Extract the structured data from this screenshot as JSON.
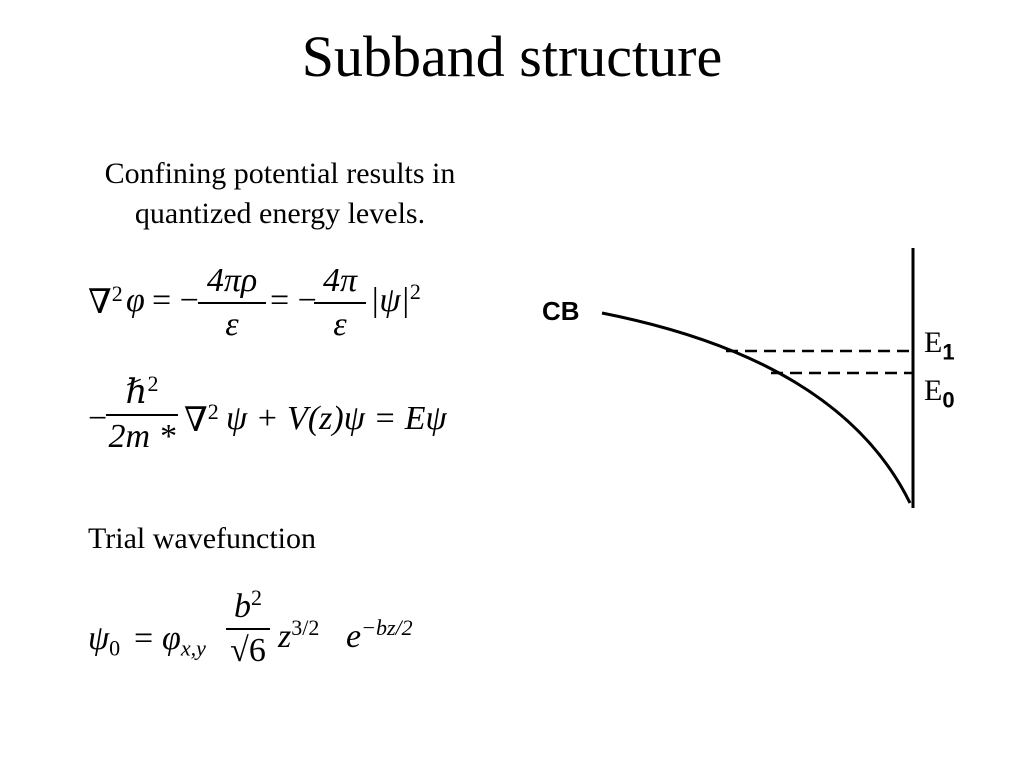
{
  "slide": {
    "title": "Subband structure",
    "intro_line1": "Confining potential results in",
    "intro_line2": "quantized energy levels.",
    "trial_label": "Trial wavefunction"
  },
  "eq1": {
    "lhs_nabla": "∇",
    "lhs_exp": "2",
    "lhs_phi": "φ",
    "eq_a": "= −",
    "frac1_num": "4πρ",
    "frac1_den": "ε",
    "eq_b": "= −",
    "frac2_num": "4π",
    "frac2_den": "ε",
    "abs_psi": "|ψ|",
    "abs_exp": "2"
  },
  "eq2": {
    "minus": "−",
    "frac_num": "ℏ",
    "frac_num_exp": "2",
    "frac_den": "2m *",
    "nabla": "∇",
    "nabla_exp": "2",
    "rest": "ψ + V(z)ψ = Eψ"
  },
  "eq3": {
    "psi": "ψ",
    "psi_sub": "0",
    "eq": "=",
    "phi": "φ",
    "phi_sub": "x,y",
    "frac_num": "b",
    "frac_num_exp": "2",
    "frac_den": "√6",
    "z": "z",
    "z_exp": "3/2",
    "e": "e",
    "e_exp": "−bz/2"
  },
  "diagram": {
    "band_label": "CB",
    "level1_letter": "E",
    "level1_sub": "1",
    "level0_letter": "E",
    "level0_sub": "0"
  }
}
